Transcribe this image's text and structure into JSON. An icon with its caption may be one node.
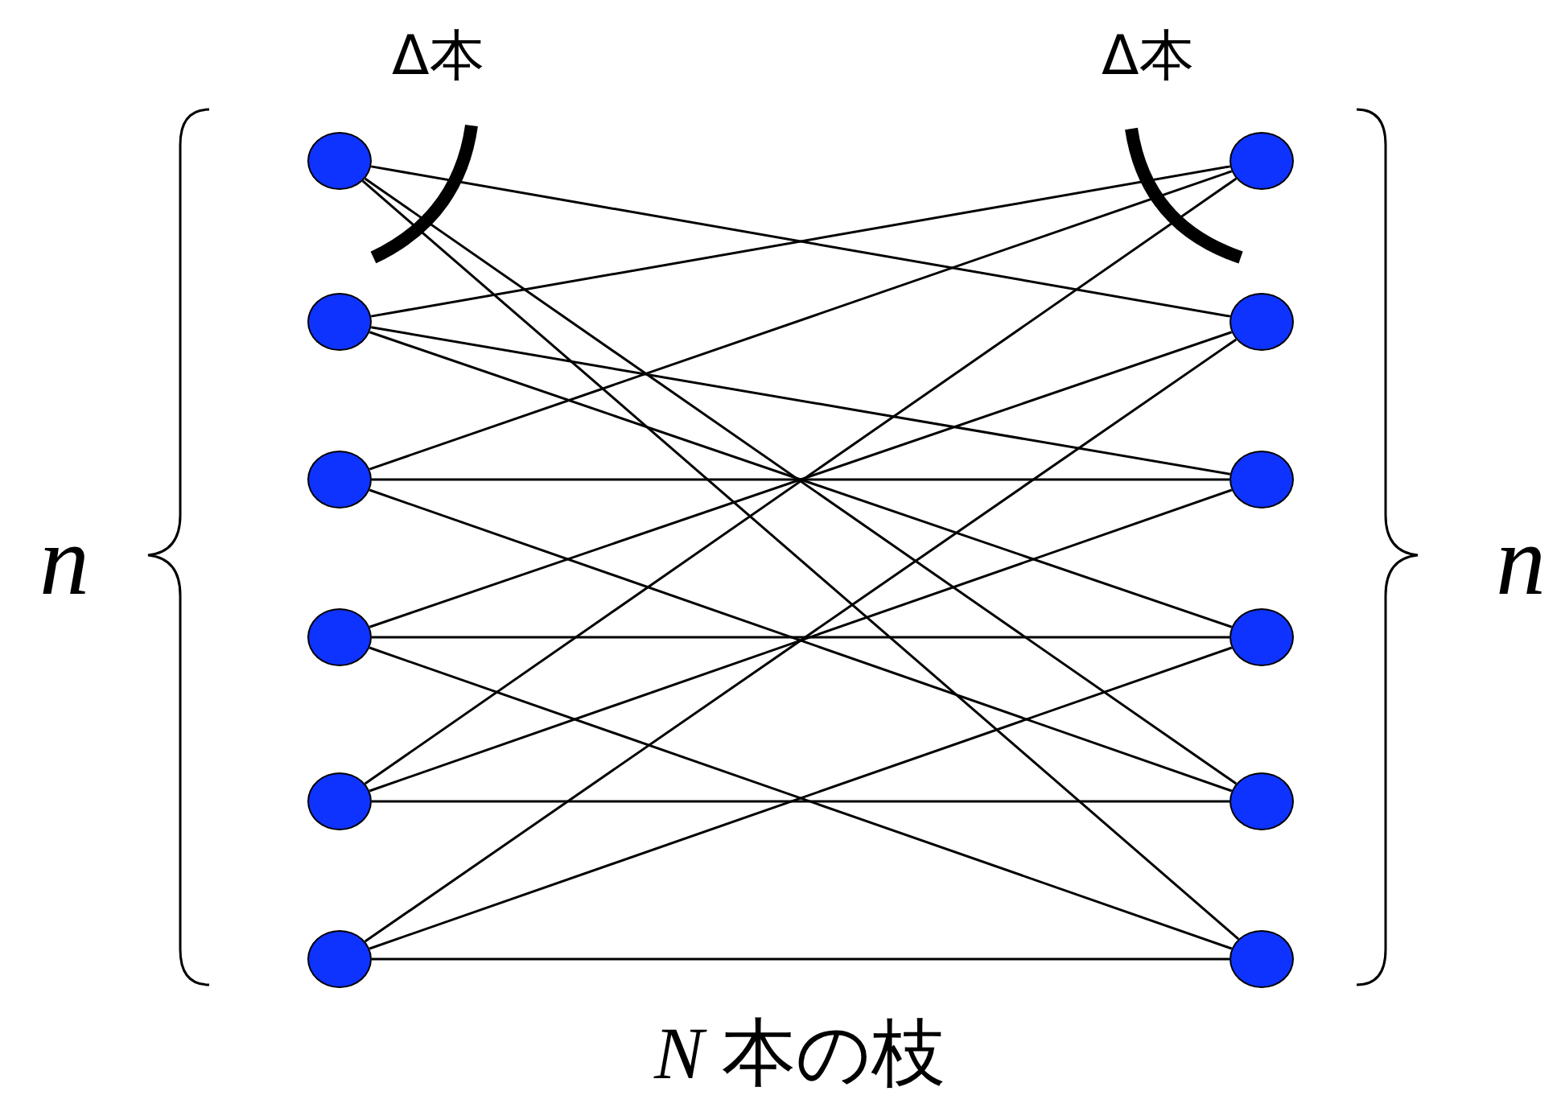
{
  "diagram": {
    "nodes": [
      {
        "text": [],
        "shape": "circle"
      },
      {
        "text": [],
        "shape": "circle"
      },
      {
        "text": [],
        "shape": "circle"
      },
      {
        "text": [],
        "shape": "circle"
      },
      {
        "text": [],
        "shape": "circle"
      },
      {
        "text": [],
        "shape": "circle"
      },
      {
        "text": [],
        "shape": "circle"
      },
      {
        "text": [],
        "shape": "circle"
      },
      {
        "text": [],
        "shape": "circle"
      },
      {
        "text": [],
        "shape": "circle"
      },
      {
        "text": [],
        "shape": "circle"
      },
      {
        "text": [],
        "shape": "circle"
      }
    ],
    "edges": [
      {
        "from": 0,
        "to": 7,
        "arrow": "none"
      },
      {
        "from": 0,
        "to": 10,
        "arrow": "none"
      },
      {
        "from": 0,
        "to": 11,
        "arrow": "none"
      },
      {
        "from": 1,
        "to": 6,
        "arrow": "none"
      },
      {
        "from": 1,
        "to": 8,
        "arrow": "none"
      },
      {
        "from": 1,
        "to": 9,
        "arrow": "none"
      },
      {
        "from": 2,
        "to": 6,
        "arrow": "none"
      },
      {
        "from": 2,
        "to": 8,
        "arrow": "none"
      },
      {
        "from": 2,
        "to": 10,
        "arrow": "none"
      },
      {
        "from": 3,
        "to": 7,
        "arrow": "none"
      },
      {
        "from": 3,
        "to": 9,
        "arrow": "none"
      },
      {
        "from": 3,
        "to": 11,
        "arrow": "none"
      },
      {
        "from": 4,
        "to": 6,
        "arrow": "none"
      },
      {
        "from": 4,
        "to": 8,
        "arrow": "none"
      },
      {
        "from": 4,
        "to": 10,
        "arrow": "none"
      },
      {
        "from": 5,
        "to": 7,
        "arrow": "none"
      },
      {
        "from": 5,
        "to": 9,
        "arrow": "none"
      },
      {
        "from": 5,
        "to": 11,
        "arrow": "none"
      }
    ],
    "labels": [
      "Δ本",
      "Δ本",
      "n",
      "n",
      "*N* 本の枝"
    ]
  }
}
